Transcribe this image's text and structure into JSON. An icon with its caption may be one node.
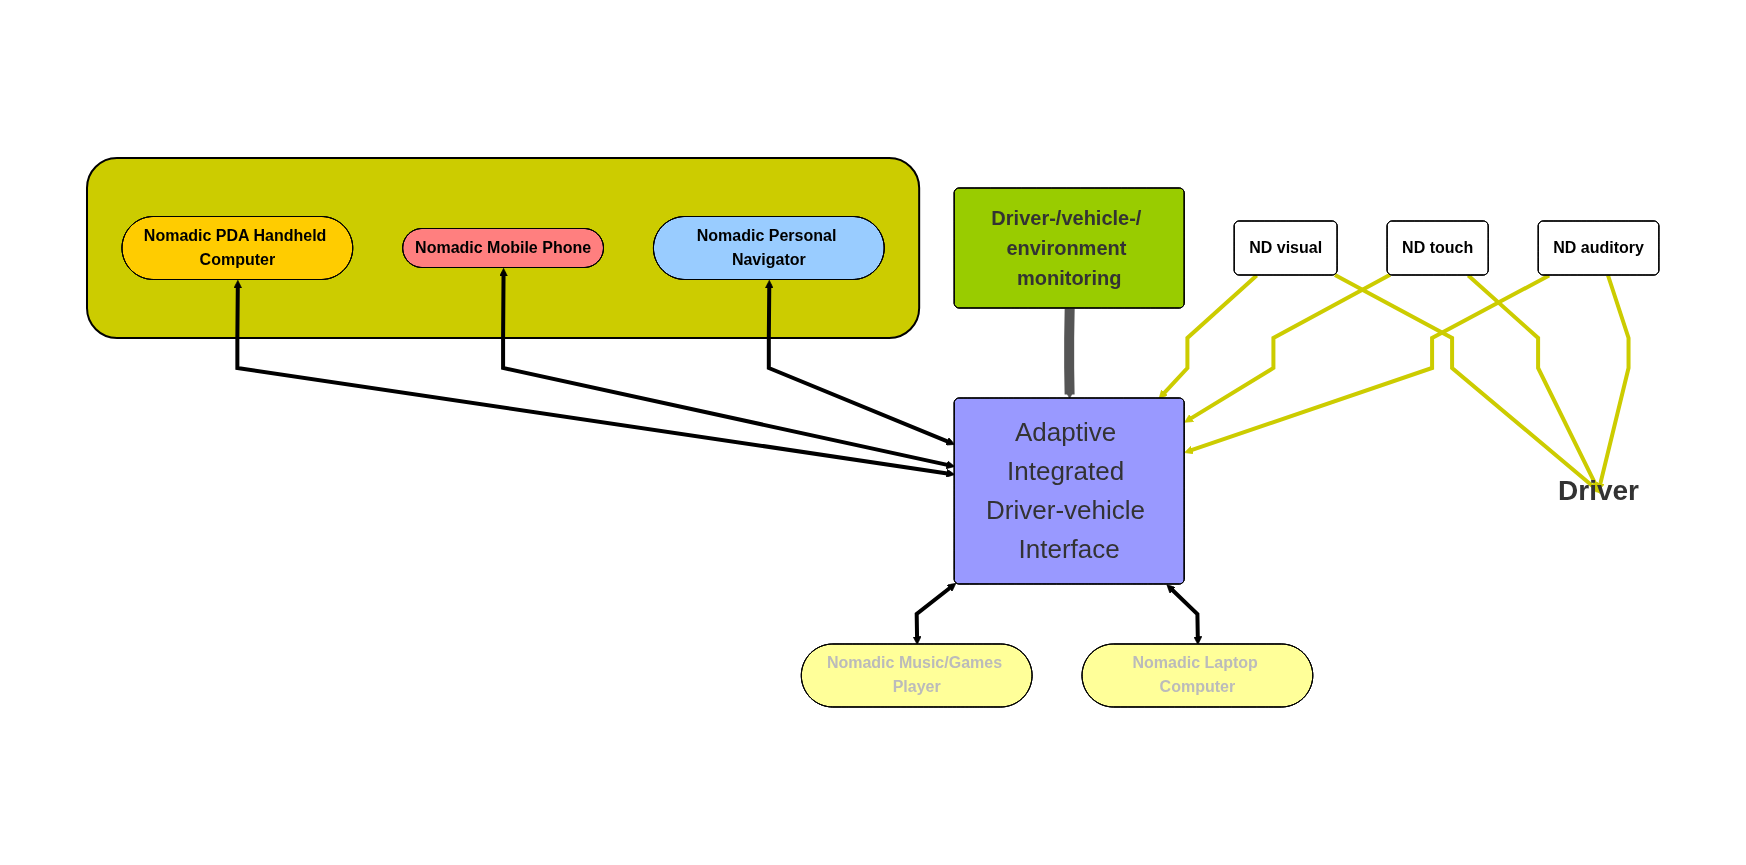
{
  "diagram": {
    "nodes": [
      {
        "text": [],
        "shape": "box"
      },
      {
        "text": [
          "Nomadic PDA Handheld Computer"
        ],
        "in": 0
      },
      {
        "text": [
          "Nomadic Mobile Phone"
        ],
        "in": 0
      },
      {
        "text": [
          "Nomadic Personal Navigator"
        ],
        "in": 0
      },
      {
        "text": [
          "Driver-/vehicle-/ environment monitoring"
        ]
      },
      {
        "text": [
          "Adaptive Integrated Driver-vehicle Interface"
        ]
      },
      {
        "text": [
          "Nomadic Music/Games Player"
        ]
      },
      {
        "text": [
          "ND visual"
        ]
      },
      {
        "text": [
          "ND touch"
        ]
      },
      {
        "text": [
          "ND auditory"
        ]
      },
      {
        "text": [
          "Nomadic Laptop Computer"
        ]
      },
      {
        "text": [
          "Driver"
        ]
      }
    ],
    "edges": [
      {
        "from": 1,
        "to": 5,
        "arrow": "both",
        "color": "#000000"
      },
      {
        "from": 2,
        "to": 5,
        "arrow": "both",
        "color": "#000000"
      },
      {
        "from": 3,
        "to": 5,
        "arrow": "both",
        "color": "#000000"
      },
      {
        "from": 4,
        "to": 5,
        "arrow": "to",
        "style": "thick",
        "color": "#555555"
      },
      {
        "from": 5,
        "to": 6,
        "arrow": "both",
        "color": "#000000"
      },
      {
        "from": 5,
        "to": 10,
        "arrow": "both",
        "color": "#000000"
      },
      {
        "from": 7,
        "to": 5,
        "arrow": "to",
        "color": "#cccc00"
      },
      {
        "from": 7,
        "to": 11,
        "arrow": "to",
        "color": "#cccc00"
      },
      {
        "from": 8,
        "to": 5,
        "arrow": "to",
        "color": "#cccc00"
      },
      {
        "from": 8,
        "to": 11,
        "arrow": "to",
        "color": "#cccc00"
      },
      {
        "from": 9,
        "to": 5,
        "arrow": "to",
        "color": "#cccc00"
      },
      {
        "from": 9,
        "to": 11,
        "arrow": "to",
        "color": "#cccc00"
      }
    ]
  }
}
